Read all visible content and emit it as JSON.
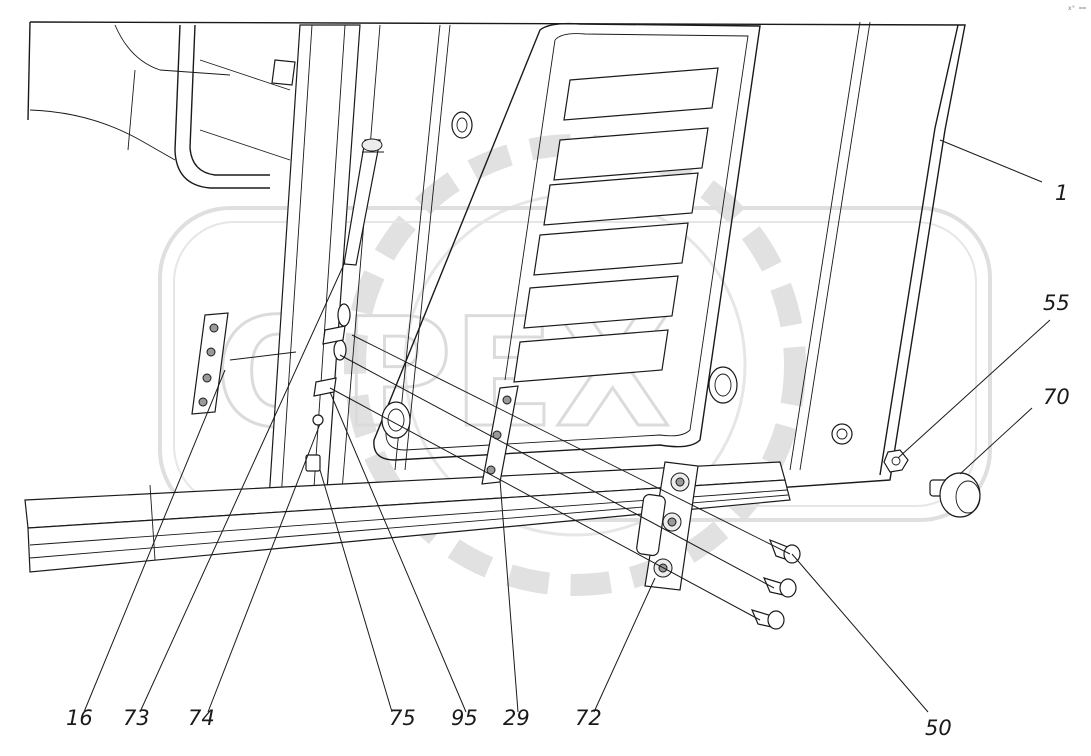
{
  "diagram": {
    "corner_mark": "x° ==",
    "watermark": {
      "brand_text": "OPEX",
      "logo": "gear-ring-watermark"
    },
    "callouts": [
      {
        "id": "1",
        "label": "1"
      },
      {
        "id": "55",
        "label": "55"
      },
      {
        "id": "70",
        "label": "70"
      },
      {
        "id": "50",
        "label": "50"
      },
      {
        "id": "72",
        "label": "72"
      },
      {
        "id": "29",
        "label": "29"
      },
      {
        "id": "95",
        "label": "95"
      },
      {
        "id": "75",
        "label": "75"
      },
      {
        "id": "74",
        "label": "74"
      },
      {
        "id": "73",
        "label": "73"
      },
      {
        "id": "16",
        "label": "16"
      }
    ],
    "colors": {
      "ink": "#1a1a1a",
      "watermark": "#d8d8d8",
      "background": "#ffffff"
    }
  }
}
